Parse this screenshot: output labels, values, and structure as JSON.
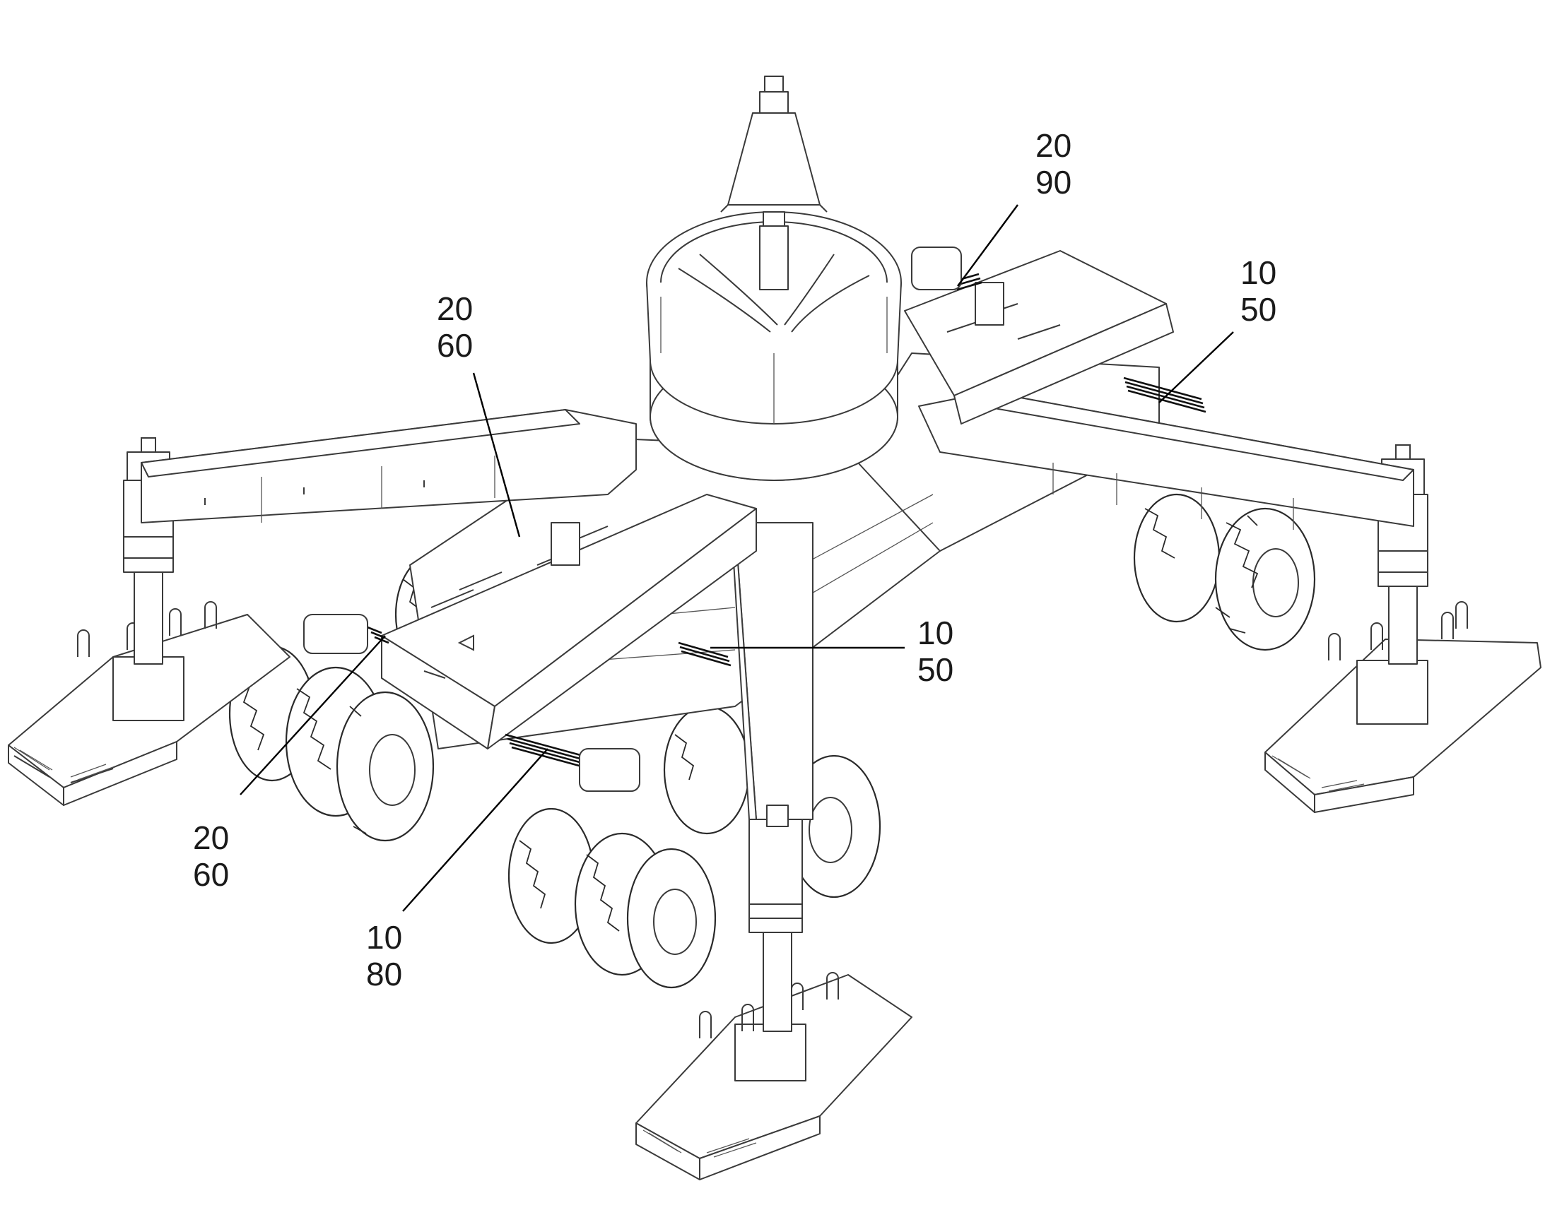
{
  "callouts": [
    {
      "top": "20",
      "bottom": "90"
    },
    {
      "top": "10",
      "bottom": "50"
    },
    {
      "top": "20",
      "bottom": "60"
    },
    {
      "top": "10",
      "bottom": "50"
    },
    {
      "top": "20",
      "bottom": "60"
    },
    {
      "top": "10",
      "bottom": "80"
    }
  ]
}
